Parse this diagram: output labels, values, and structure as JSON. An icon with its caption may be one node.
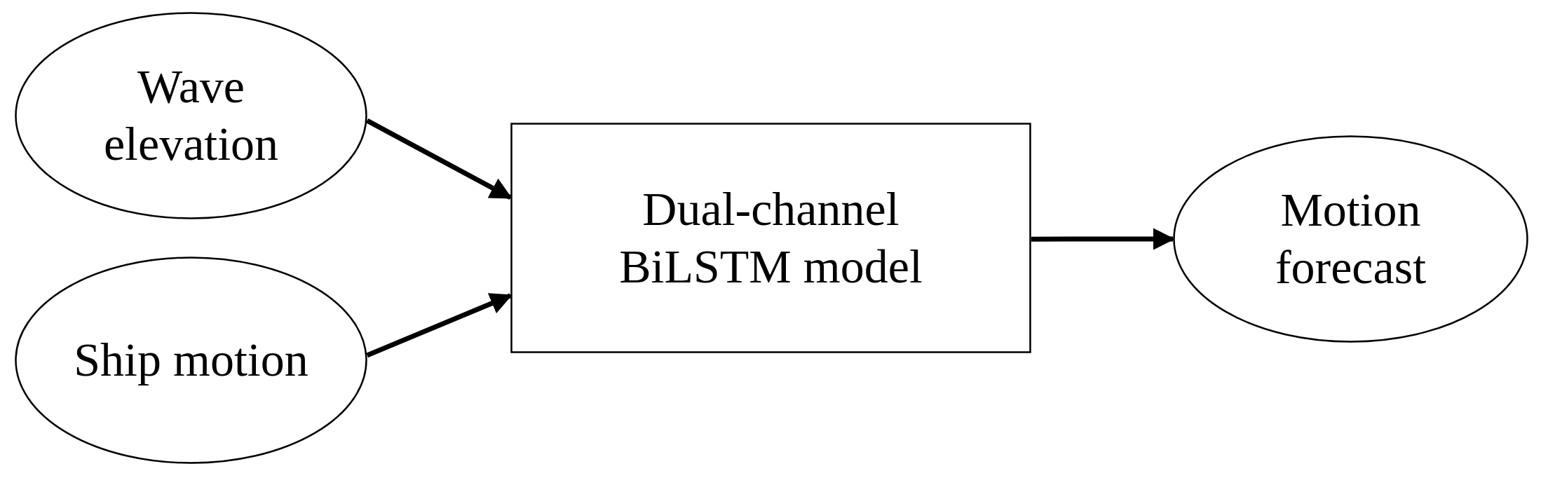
{
  "diagram": {
    "nodes": [
      {
        "text": [
          "Wave elevation"
        ]
      },
      {
        "text": [
          "Ship motion"
        ]
      },
      {
        "text": [
          "Dual-channel BiLSTM model"
        ]
      },
      {
        "text": [
          "Motion forecast"
        ]
      }
    ],
    "edges": [
      {
        "from": 0,
        "to": 2,
        "arrow": "to"
      },
      {
        "from": 1,
        "to": 2,
        "arrow": "to"
      },
      {
        "from": 2,
        "to": 3,
        "arrow": "to"
      }
    ]
  }
}
